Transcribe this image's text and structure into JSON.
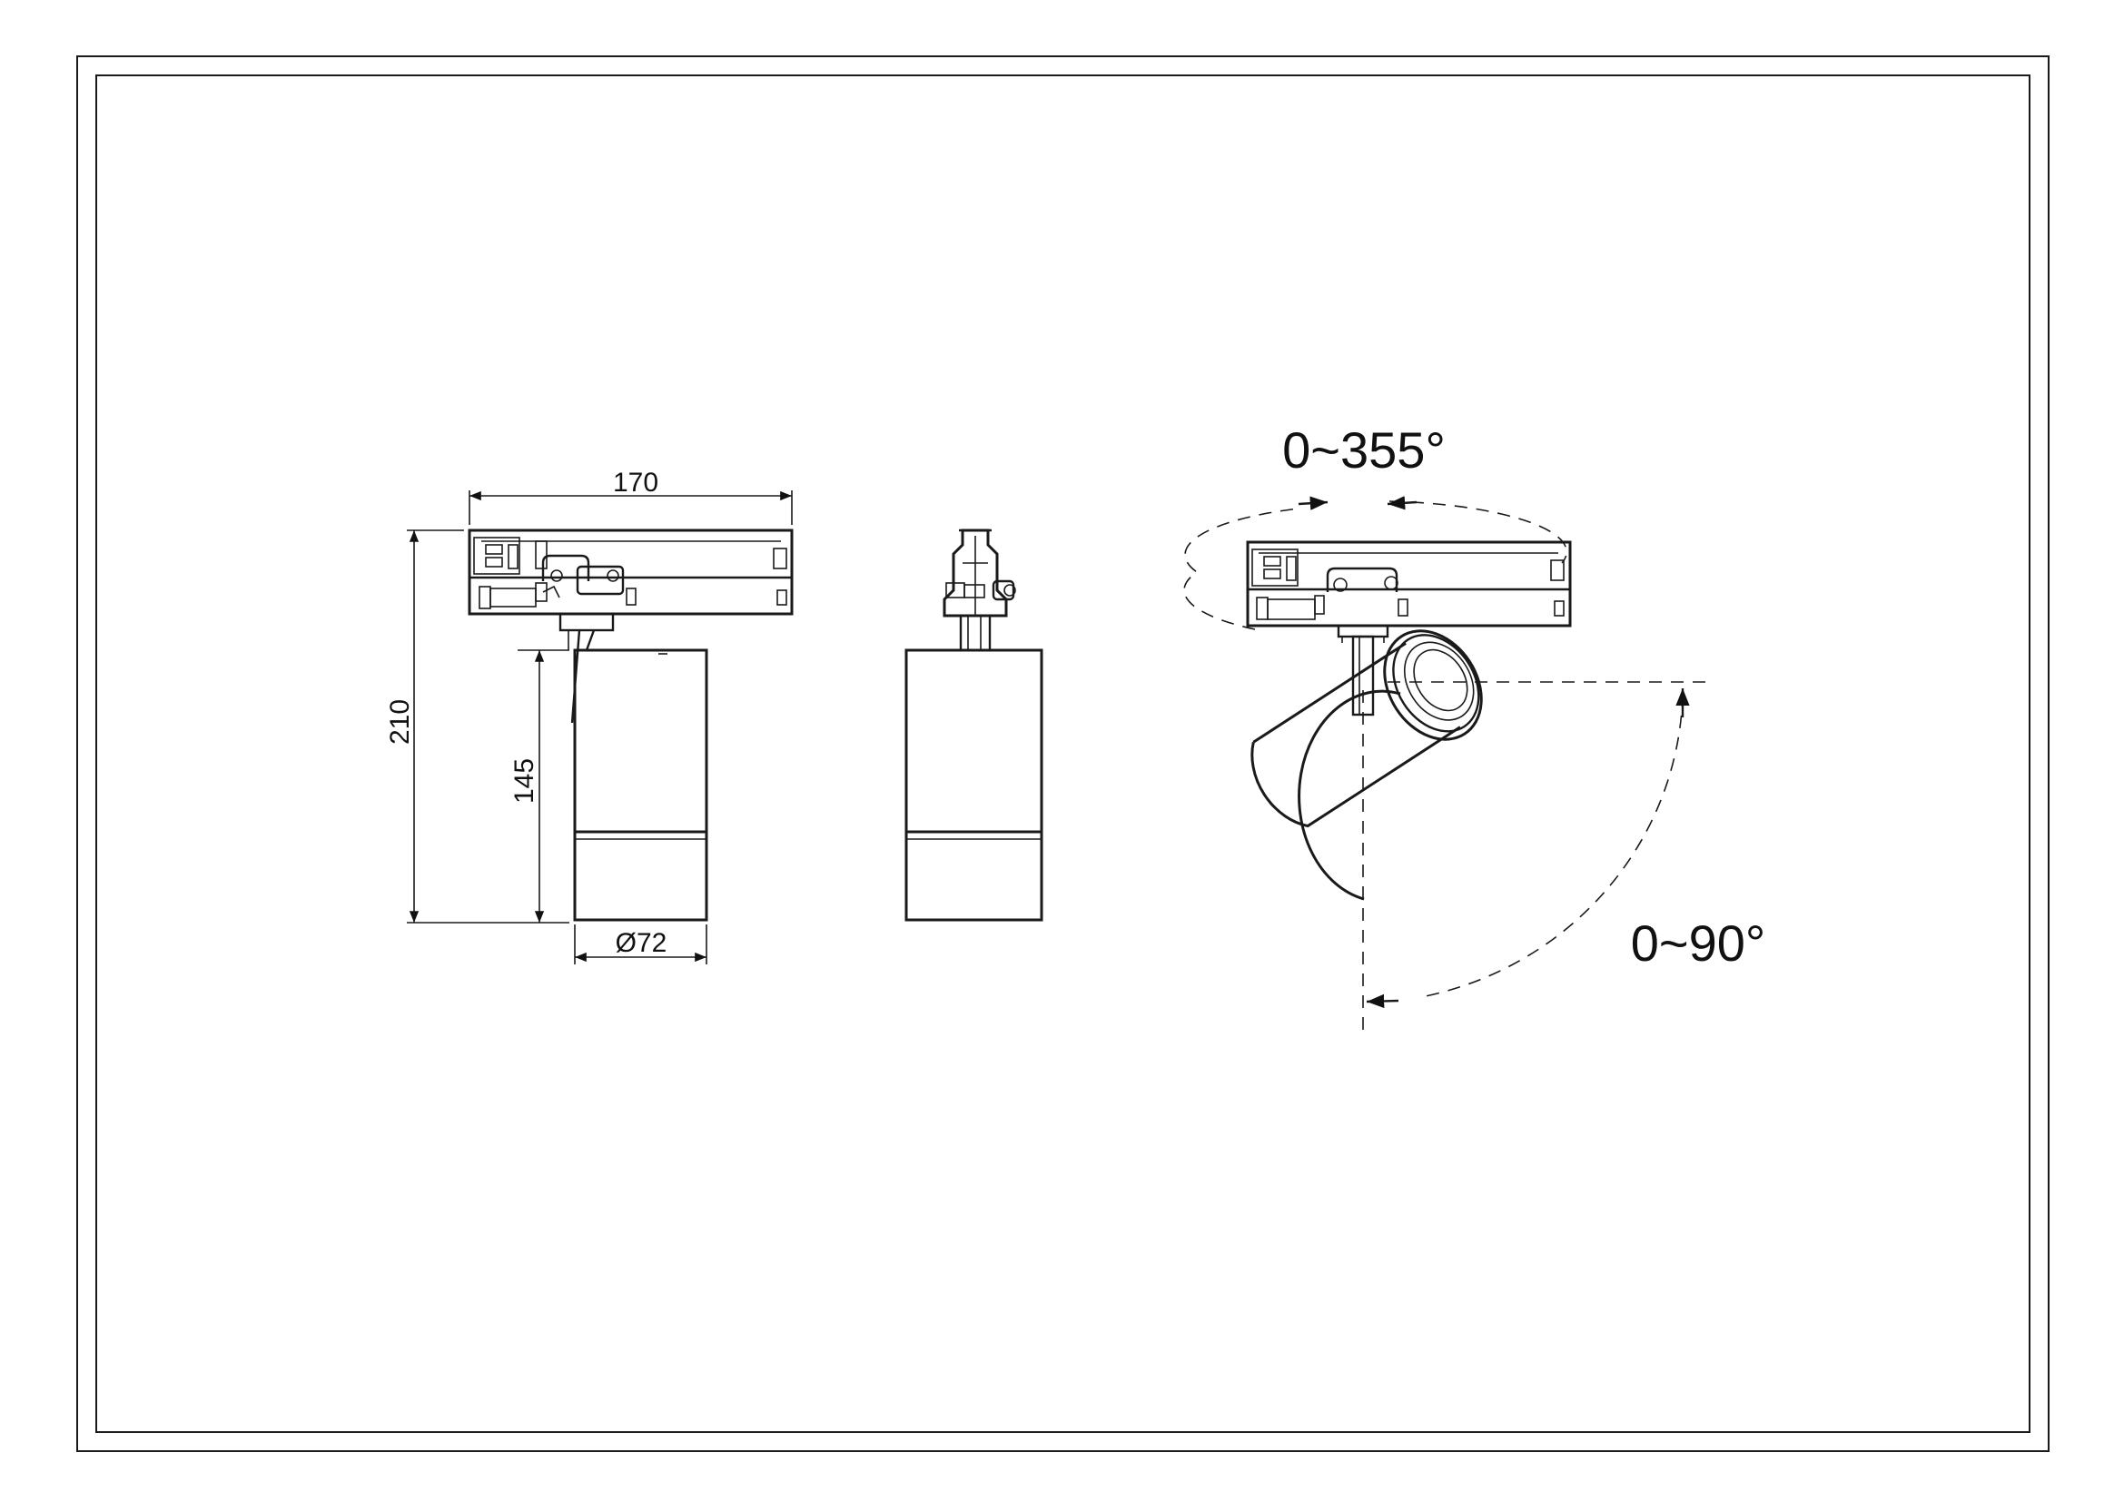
{
  "dimensions": {
    "width": "170",
    "overall_height": "210",
    "body_height": "145",
    "diameter": "Ø72"
  },
  "angles": {
    "rotation": "0~355°",
    "tilt": "0~90°"
  }
}
